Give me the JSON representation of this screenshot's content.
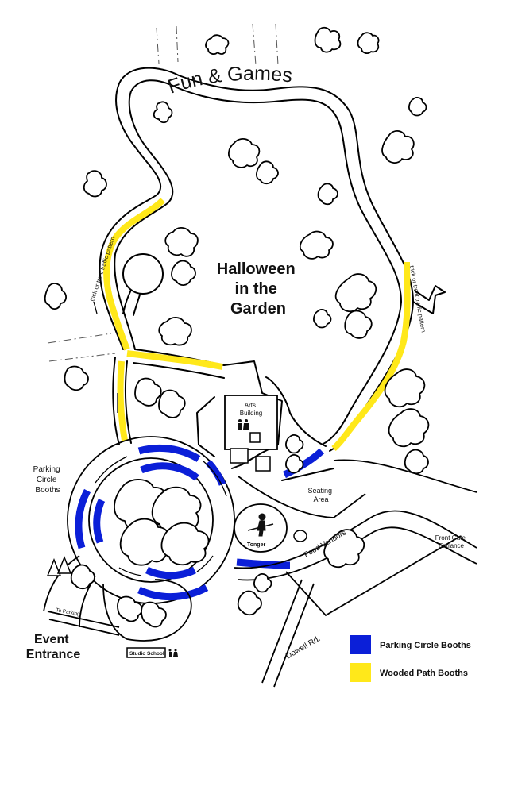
{
  "map": {
    "fun_games": "Fun & Games",
    "title_lines": [
      "Halloween",
      "in the",
      "Garden"
    ],
    "trick_or_treat_1": "trick or treat traffic pattern",
    "trick_or_treat_2": "trick or treat traffic pattern",
    "arts_building_lines": [
      "Arts",
      "Building"
    ],
    "parking_circle_lines": [
      "Parking",
      "Circle",
      "Booths"
    ],
    "seating_area_lines": [
      "Seating",
      "Area"
    ],
    "tonger": "Tonger",
    "food_vendors": "Food Vendors",
    "front_gate_lines": [
      "Front Gate",
      "Entrance"
    ],
    "to_parking": "To Parking",
    "event_entrance_lines": [
      "Event",
      "Entrance"
    ],
    "studio_school": "Studio School",
    "dowell_rd": "Dowell Rd."
  },
  "legend": {
    "items": [
      {
        "label": "Parking Circle Booths",
        "color": "#0b1fd8"
      },
      {
        "label": "Wooded Path Booths",
        "color": "#ffe81a"
      }
    ]
  },
  "icons": [
    "restroom-icon",
    "tree-icon",
    "pine-tree-icon",
    "tonger-statue-icon",
    "arrow-icon"
  ]
}
